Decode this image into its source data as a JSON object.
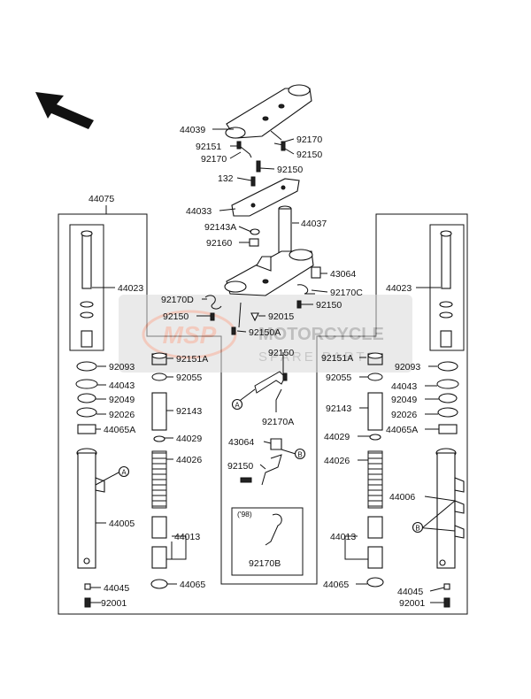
{
  "labels": {
    "p44039": "44039",
    "p92151_top": "92151",
    "p92170_top_l": "92170",
    "p92170_top_r": "92170",
    "p92150_top_r": "92150",
    "p92150_top_c": "92150",
    "p132": "132",
    "p44075": "44075",
    "p44033": "44033",
    "p44037": "44037",
    "p92143A": "92143A",
    "p92160": "92160",
    "p43064_top": "43064",
    "p44023_l": "44023",
    "p44023_r": "44023",
    "p92170D": "92170D",
    "p92170C": "92170C",
    "p92150_ml": "92150",
    "p92015": "92015",
    "p92150_mr": "92150",
    "p92150A": "92150A",
    "p92093_l": "92093",
    "p92151A_l": "92151A",
    "p92150_wm": "92150",
    "p92151A_r": "92151A",
    "p92093_r": "92093",
    "p44043_l": "44043",
    "p92055_l": "92055",
    "p92055_r": "92055",
    "p44043_r": "44043",
    "p92049_l": "92049",
    "p92143_l": "92143",
    "p92143_r": "92143",
    "p92049_r": "92049",
    "p92026_l": "92026",
    "p92170A": "92170A",
    "p92026_r": "92026",
    "p44065A_l": "44065A",
    "p44029_l": "44029",
    "p43064_mid": "43064",
    "p44029_r": "44029",
    "p44065A_r": "44065A",
    "p44026_l": "44026",
    "p92150_mid": "92150",
    "p44026_r": "44026",
    "p44005": "44005",
    "p44006": "44006",
    "p44013_l": "44013",
    "p44013_r": "44013",
    "p98": "('98)",
    "p92170B": "92170B",
    "p44045_l": "44045",
    "p44065_l": "44065",
    "p44065_r": "44065",
    "p44045_r": "44045",
    "p92001_l": "92001",
    "p92001_r": "92001",
    "callout_a1": "A",
    "callout_a2": "A",
    "callout_b1": "B",
    "callout_b2": "B"
  },
  "watermark": {
    "logo_text": "MSP",
    "line1": "MOTORCYCLE",
    "line2": "SPARE PARTS"
  },
  "colors": {
    "line": "#111111",
    "watermark_bg": "#d9d9d9",
    "watermark_accent": "#e8a08a"
  }
}
